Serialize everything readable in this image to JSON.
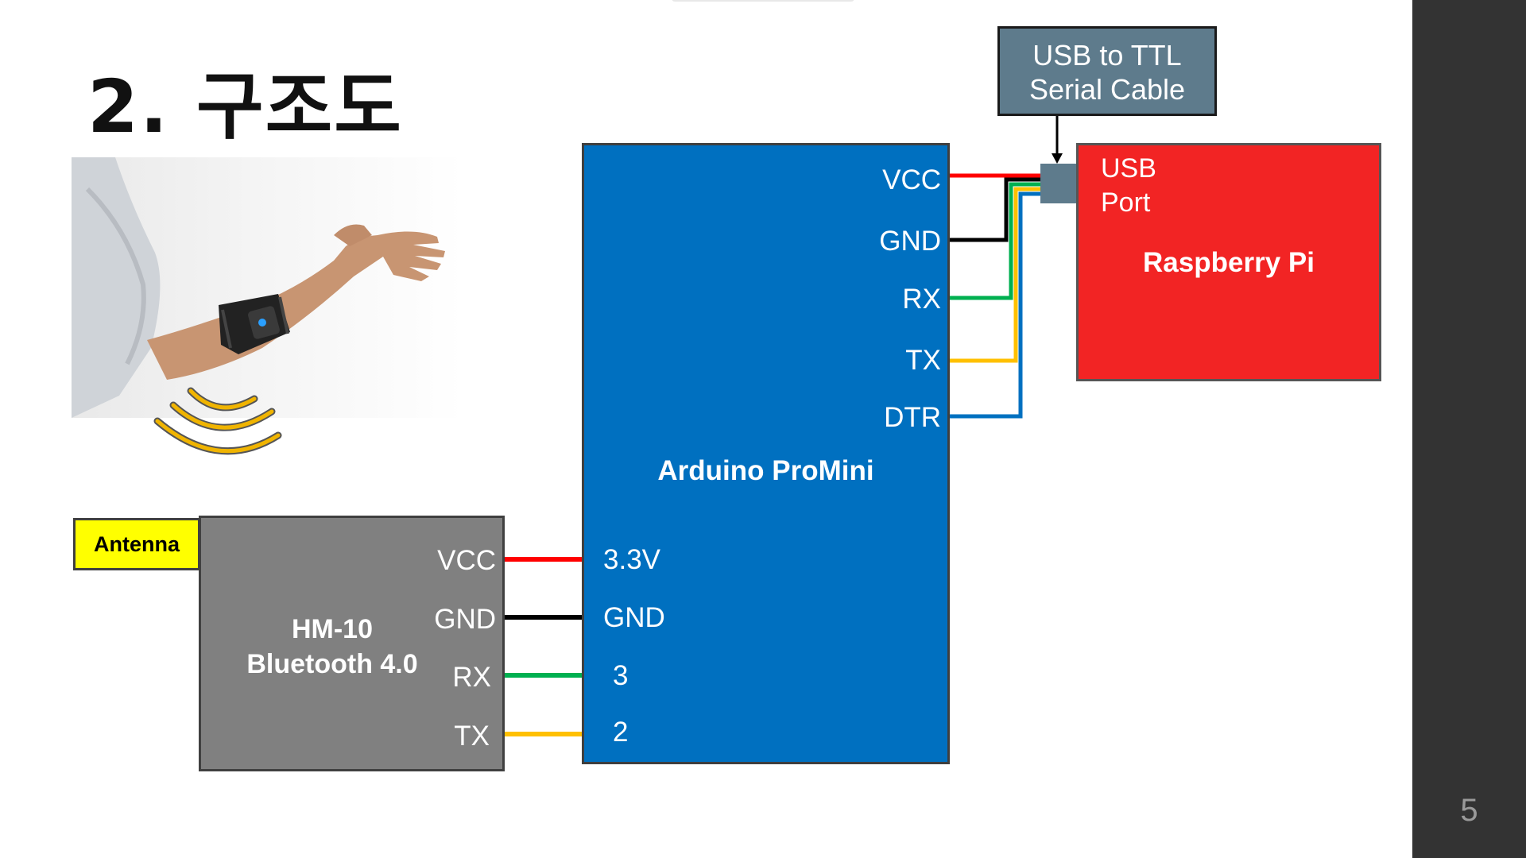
{
  "slide": {
    "title": "2. 구조도",
    "page_number": "5"
  },
  "blocks": {
    "usb_cable": {
      "line1": "USB to TTL",
      "line2": "Serial Cable"
    },
    "raspberry_pi": {
      "port_line1": "USB",
      "port_line2": "Port",
      "name": "Raspberry Pi"
    },
    "arduino": {
      "name": "Arduino ProMini",
      "upper_pins": [
        "VCC",
        "GND",
        "RX",
        "TX",
        "DTR"
      ],
      "lower_pins": [
        "3.3V",
        "GND",
        "3",
        "2"
      ]
    },
    "hm10": {
      "name_line1": "HM-10",
      "name_line2": "Bluetooth 4.0",
      "pins": [
        "VCC",
        "GND",
        "RX",
        "TX"
      ]
    },
    "antenna": {
      "label": "Antenna"
    }
  },
  "wire_colors": {
    "vcc": "#ff0000",
    "gnd": "#000000",
    "rx": "#00b050",
    "tx": "#ffc000",
    "dtr": "#0070c0",
    "arrow": "#000000"
  },
  "colors": {
    "usb_cable": "#5e7b8c",
    "raspberry_pi": "#f22424",
    "arduino": "#0070c0",
    "hm10": "#808080",
    "antenna": "#ffff00",
    "signal_waves": "#f0b400"
  }
}
